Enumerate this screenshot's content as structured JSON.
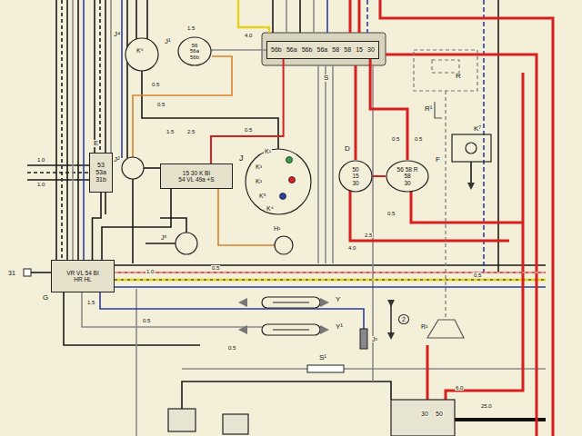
{
  "diagram": {
    "nodes": [
      {
        "text": [
          "56",
          "56a",
          "56b"
        ]
      },
      {
        "text": [
          "56b",
          "56a",
          "56b",
          "56a",
          "58",
          "58",
          "15",
          "30"
        ]
      },
      {
        "text": [
          "53",
          "53a",
          "31b"
        ]
      },
      {
        "text": [
          "15 30 K BI",
          "54 VL 49a +S"
        ]
      },
      {
        "text": [
          "50",
          "15",
          "30"
        ]
      },
      {
        "text": [
          "56 58 R",
          "58",
          "30"
        ]
      },
      {
        "text": [
          "VR VL 54 BI",
          "HR HL"
        ]
      }
    ],
    "edges": [
      {
        "from": 1,
        "to": 5,
        "arrow": "none"
      },
      {
        "from": 4,
        "to": 5,
        "arrow": "none"
      },
      {
        "from": 3,
        "to": 6,
        "arrow": "none"
      },
      {
        "from": 2,
        "to": 6,
        "arrow": "none"
      },
      {
        "from": 1,
        "to": 3,
        "arrow": "none"
      },
      {
        "from": 0,
        "to": 1,
        "arrow": "none"
      }
    ],
    "labels": [
      "J⁴",
      "K⁶",
      "J¹",
      "1.5",
      "4.0",
      "S",
      "R",
      "R¹",
      "K⁷",
      "E",
      "J²",
      "J",
      "K¹",
      "K³",
      "K²",
      "K⁵",
      "K⁴",
      "H¹",
      "D",
      "F",
      "J⁵",
      "G",
      "31",
      "Y",
      "Y¹",
      "J³",
      "2",
      "S¹",
      "R²",
      "0.5",
      "0.5",
      "1.5",
      "2.5",
      "0.5",
      "0.5",
      "0.5",
      "2.5",
      "4.0",
      "0.5",
      "1.0",
      "1.0",
      "1.5",
      "1.0",
      "0.5",
      "0.5",
      "0.5",
      "0.5",
      "6.0",
      "25.0",
      "30",
      "50"
    ]
  }
}
